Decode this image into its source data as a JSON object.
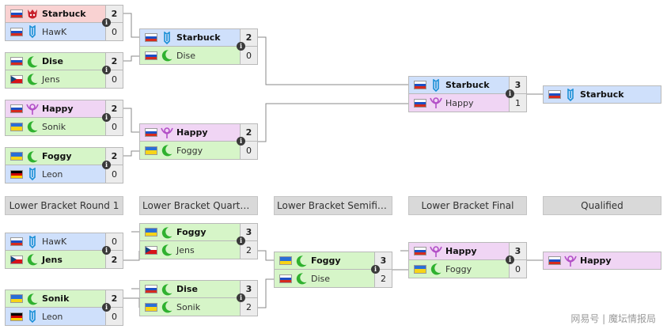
{
  "colors": {
    "terran": "#cfe0fb",
    "zerg": "#d6f5c8",
    "protoss": "#f0d5f4",
    "random": "#f9d2d2",
    "header_bg": "#d9d9d9",
    "connector": "#8a8a8a"
  },
  "upper_bracket": {
    "round1": [
      {
        "p1": {
          "name": "Starbuck",
          "flag": "slovenia",
          "race": "random",
          "icon": "random-icon",
          "score": "2"
        },
        "p2": {
          "name": "HawK",
          "flag": "russia",
          "race": "terran",
          "icon": "terran-icon",
          "score": "0"
        }
      },
      {
        "p1": {
          "name": "Dise",
          "flag": "russia",
          "race": "zerg",
          "icon": "zerg-icon",
          "score": "2"
        },
        "p2": {
          "name": "Jens",
          "flag": "czech",
          "race": "zerg",
          "icon": "zerg-icon",
          "score": "0"
        }
      },
      {
        "p1": {
          "name": "Happy",
          "flag": "russia",
          "race": "protoss",
          "icon": "protoss-icon",
          "score": "2"
        },
        "p2": {
          "name": "Sonik",
          "flag": "ukraine",
          "race": "zerg",
          "icon": "zerg-icon",
          "score": "0"
        }
      },
      {
        "p1": {
          "name": "Foggy",
          "flag": "ukraine",
          "race": "zerg",
          "icon": "zerg-icon",
          "score": "2"
        },
        "p2": {
          "name": "Leon",
          "flag": "germany",
          "race": "terran",
          "icon": "terran-icon",
          "score": "0"
        }
      }
    ],
    "semis": [
      {
        "p1": {
          "name": "Starbuck",
          "flag": "slovenia",
          "race": "terran",
          "icon": "terran-icon",
          "score": "2"
        },
        "p2": {
          "name": "Dise",
          "flag": "russia",
          "race": "zerg",
          "icon": "zerg-icon",
          "score": "0"
        }
      },
      {
        "p1": {
          "name": "Happy",
          "flag": "russia",
          "race": "protoss",
          "icon": "protoss-icon",
          "score": "2"
        },
        "p2": {
          "name": "Foggy",
          "flag": "ukraine",
          "race": "zerg",
          "icon": "zerg-icon",
          "score": "0"
        }
      }
    ],
    "final": [
      {
        "p1": {
          "name": "Starbuck",
          "flag": "slovenia",
          "race": "terran",
          "icon": "terran-icon",
          "score": "3"
        },
        "p2": {
          "name": "Happy",
          "flag": "russia",
          "race": "protoss",
          "icon": "protoss-icon",
          "score": "1"
        }
      }
    ],
    "qualified": {
      "name": "Starbuck",
      "flag": "slovenia",
      "race": "terran",
      "icon": "terran-icon"
    }
  },
  "lower_bracket": {
    "headers": [
      "Lower Bracket Round 1",
      "Lower Bracket Quarterfinals",
      "Lower Bracket Semifinals",
      "Lower Bracket Final",
      "Qualified"
    ],
    "round1": [
      {
        "p1": {
          "name": "HawK",
          "flag": "russia",
          "race": "terran",
          "icon": "terran-icon",
          "score": "0"
        },
        "p2": {
          "name": "Jens",
          "flag": "czech",
          "race": "zerg",
          "icon": "zerg-icon",
          "score": "2"
        }
      },
      {
        "p1": {
          "name": "Sonik",
          "flag": "ukraine",
          "race": "zerg",
          "icon": "zerg-icon",
          "score": "2"
        },
        "p2": {
          "name": "Leon",
          "flag": "germany",
          "race": "terran",
          "icon": "terran-icon",
          "score": "0"
        }
      }
    ],
    "quarters": [
      {
        "p1": {
          "name": "Foggy",
          "flag": "ukraine",
          "race": "zerg",
          "icon": "zerg-icon",
          "score": "3"
        },
        "p2": {
          "name": "Jens",
          "flag": "czech",
          "race": "zerg",
          "icon": "zerg-icon",
          "score": "2"
        }
      },
      {
        "p1": {
          "name": "Dise",
          "flag": "russia",
          "race": "zerg",
          "icon": "zerg-icon",
          "score": "3"
        },
        "p2": {
          "name": "Sonik",
          "flag": "ukraine",
          "race": "zerg",
          "icon": "zerg-icon",
          "score": "2"
        }
      }
    ],
    "semis": [
      {
        "p1": {
          "name": "Foggy",
          "flag": "ukraine",
          "race": "zerg",
          "icon": "zerg-icon",
          "score": "3"
        },
        "p2": {
          "name": "Dise",
          "flag": "russia",
          "race": "zerg",
          "icon": "zerg-icon",
          "score": "2"
        }
      }
    ],
    "final": [
      {
        "p1": {
          "name": "Happy",
          "flag": "russia",
          "race": "protoss",
          "icon": "protoss-icon",
          "score": "3"
        },
        "p2": {
          "name": "Foggy",
          "flag": "ukraine",
          "race": "zerg",
          "icon": "zerg-icon",
          "score": "0"
        }
      }
    ],
    "qualified": {
      "name": "Happy",
      "flag": "russia",
      "race": "protoss",
      "icon": "protoss-icon"
    }
  },
  "watermark": "网易号 | 魔坛情报局"
}
